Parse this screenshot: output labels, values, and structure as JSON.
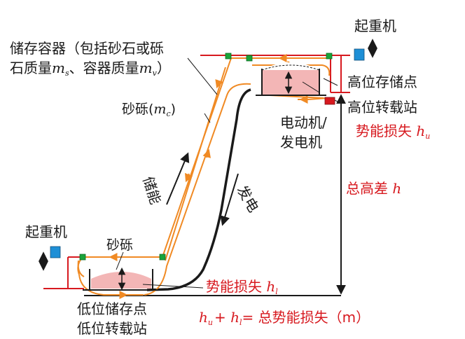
{
  "labels": {
    "crane_right": "起重机",
    "crane_left": "起重机",
    "storage_line1_prefix": "储存容器（包括砂石或砾",
    "storage_line2_prefix": "石质量",
    "storage_m": "m",
    "storage_m_sub": "s",
    "storage_mid": "、容器质量",
    "storage_mv": "m",
    "storage_mv_sub": "v",
    "storage_close": "）",
    "gravel_prefix": "砂砾(",
    "gravel_m": "m",
    "gravel_sub": "c",
    "gravel_close": ")",
    "high_storage": "高位存储点",
    "high_station": "高位转载站",
    "motor_line1": "电动机/",
    "motor_line2": "发电机",
    "loss_upper_text": "势能损失 ",
    "loss_upper_var": "h",
    "loss_upper_sub": "u",
    "total_height_text": "总高差 ",
    "total_height_var": "h",
    "storing": "储能",
    "generating": "发电",
    "gravel_low": "砂砾",
    "loss_lower_text": "势能损失 ",
    "loss_lower_var": "h",
    "loss_lower_sub": "l",
    "low_storage": "低位储存点",
    "low_station": "低位转载站",
    "total_loss_h1": "h",
    "total_loss_sub1": "u",
    "total_loss_plus": "+ ",
    "total_loss_h2": "h",
    "total_loss_sub2": "l",
    "total_loss_text": "= 总势能损失（m）"
  },
  "colors": {
    "track": "#1a1a1a",
    "path": "#f08a24",
    "level_line": "#d7191f",
    "crane": "#1e8fd6",
    "node": "#1aa33a",
    "motor": "#d7191f",
    "gravel": "#f3b6b6",
    "loss_text": "#d7191f"
  }
}
